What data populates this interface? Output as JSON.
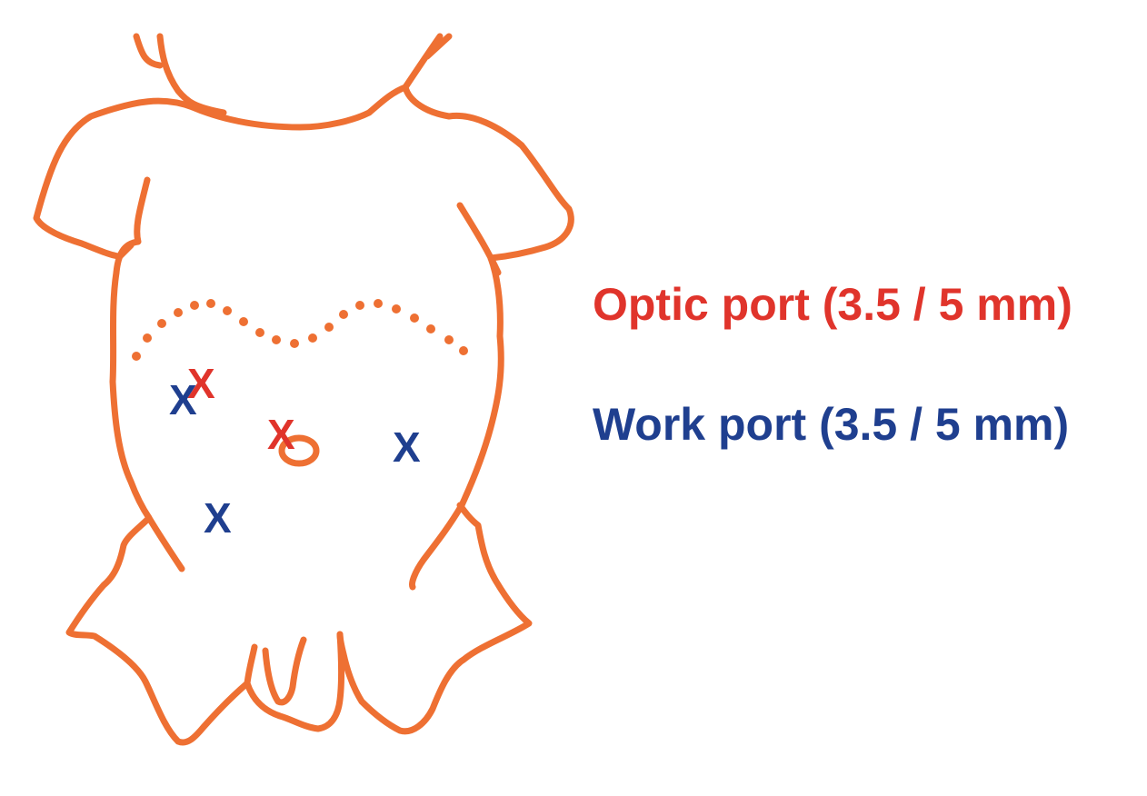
{
  "colors": {
    "outline": "#ee7033",
    "optic": "#e0342b",
    "work": "#1f3f8f",
    "background": "#ffffff"
  },
  "marks": {
    "work_symbol": "X",
    "optic_symbol": "X"
  },
  "legend": {
    "optic_label": "Optic port (3.5 / 5 mm)",
    "work_label": "Work port (3.5 / 5 mm)"
  }
}
